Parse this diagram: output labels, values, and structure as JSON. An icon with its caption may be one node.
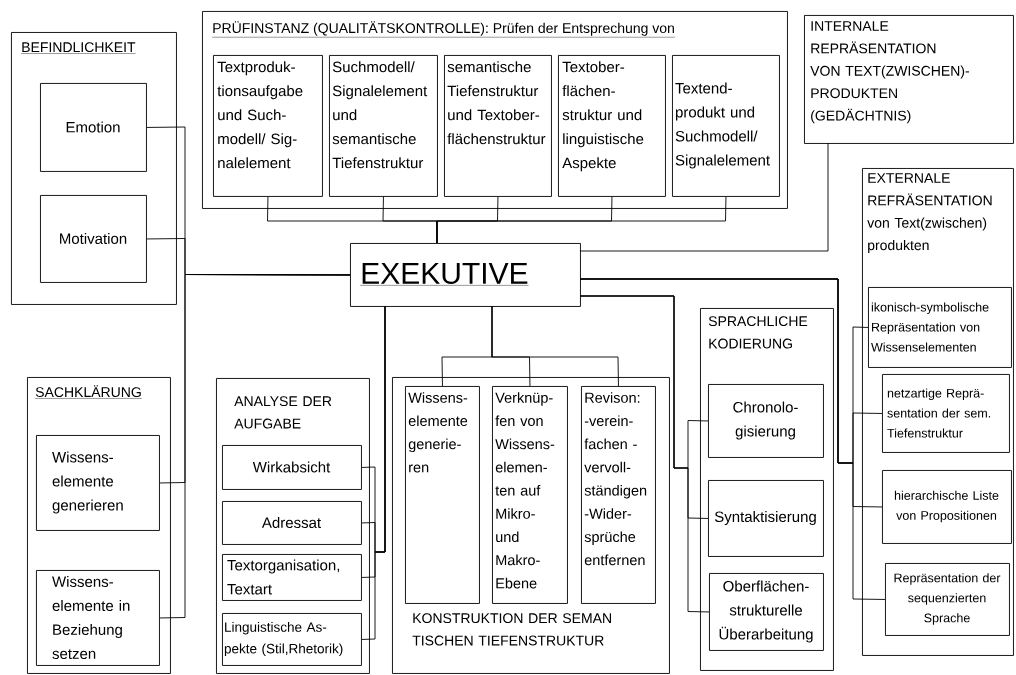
{
  "diagram": {
    "nodes": [
      {
        "text": [
          "BEFINDLICHKEIT"
        ]
      },
      {
        "text": [
          "Emotion"
        ],
        "in": 0
      },
      {
        "text": [
          "Motivation"
        ],
        "in": 0
      },
      {
        "text": [
          "PRÜFINSTANZ (QUALITÄTSKONTROLLE): Prüfen der Entsprechung von"
        ]
      },
      {
        "text": [
          "Textproduk- tionsaufgabe und Such- modell/ Sig- nalelement"
        ],
        "in": 3
      },
      {
        "text": [
          "Suchmodell/ Signalelement und semantische Tiefenstruktur"
        ],
        "in": 3
      },
      {
        "text": [
          "semantische Tiefenstruktur und Textober- flächenstruktur"
        ],
        "in": 3
      },
      {
        "text": [
          "Textober- flächen- struktur und linguistische Aspekte"
        ],
        "in": 3
      },
      {
        "text": [
          "Textend- produkt und Suchmodell/ Signalelement"
        ],
        "in": 3
      },
      {
        "text": [
          "INTERNALE REPRÄSENTATION VON TEXT(ZWISCHEN)- PRODUKTEN (GEDÄCHTNIS)"
        ]
      },
      {
        "text": [
          "EXEKUTIVE"
        ]
      },
      {
        "text": [
          "EXTERNALE REFRÄSENTATION von Text(zwischen) produkten"
        ]
      },
      {
        "text": [
          "ikonisch-symbolische Repräsentation von Wissenselementen"
        ],
        "in": 11
      },
      {
        "text": [
          "netzartige Reprä- sentation der sem. Tiefenstruktur"
        ],
        "in": 11
      },
      {
        "text": [
          "hierarchische Liste von Propositionen"
        ],
        "in": 11
      },
      {
        "text": [
          "Repräsentation der sequenzierten Sprache"
        ],
        "in": 11
      },
      {
        "text": [
          "SACHKLÄRUNG"
        ]
      },
      {
        "text": [
          "Wissens- elemente generieren"
        ],
        "in": 16
      },
      {
        "text": [
          "Wissens- elemente in Beziehung setzen"
        ],
        "in": 16
      },
      {
        "text": [
          "ANALYSE DER AUFGABE"
        ]
      },
      {
        "text": [
          "Wirkabsicht"
        ],
        "in": 19
      },
      {
        "text": [
          "Adressat"
        ],
        "in": 19
      },
      {
        "text": [
          "Textorganisation, Textart"
        ],
        "in": 19
      },
      {
        "text": [
          "Linguistische As- pekte (Stil,Rhetorik)"
        ],
        "in": 19
      },
      {
        "text": [
          "KONSTRUKTION DER SEMAN TISCHEN TIEFENSTRUKTUR"
        ]
      },
      {
        "text": [
          "Wissens- elemente generie- ren"
        ],
        "in": 24
      },
      {
        "text": [
          "Verknüp- fen von Wissens- elemen- ten auf Mikro- und Makro- Ebene"
        ],
        "in": 24
      },
      {
        "text": [
          "Revison: -verein- fachen -vervoll- ständigen -Wider- sprüche entfernen"
        ],
        "in": 24
      },
      {
        "text": [
          "SPRACHLICHE KODIERUNG"
        ]
      },
      {
        "text": [
          "Chronolo- gisierung"
        ],
        "in": 28
      },
      {
        "text": [
          "Syntaktisierung"
        ],
        "in": 28
      },
      {
        "text": [
          "Oberflächen- strukturelle Überarbeitung"
        ],
        "in": 28
      }
    ],
    "edges": [
      {
        "from": 1,
        "to": 10,
        "arrow": "none"
      },
      {
        "from": 2,
        "to": 10,
        "arrow": "none"
      },
      {
        "from": 4,
        "to": 10,
        "arrow": "none"
      },
      {
        "from": 5,
        "to": 10,
        "arrow": "none"
      },
      {
        "from": 6,
        "to": 10,
        "arrow": "none"
      },
      {
        "from": 7,
        "to": 10,
        "arrow": "none"
      },
      {
        "from": 8,
        "to": 10,
        "arrow": "none"
      },
      {
        "from": 9,
        "to": 10,
        "arrow": "none"
      },
      {
        "from": 12,
        "to": 10,
        "arrow": "none"
      },
      {
        "from": 13,
        "to": 10,
        "arrow": "none"
      },
      {
        "from": 14,
        "to": 10,
        "arrow": "none"
      },
      {
        "from": 15,
        "to": 10,
        "arrow": "none"
      },
      {
        "from": 17,
        "to": 10,
        "arrow": "none"
      },
      {
        "from": 18,
        "to": 10,
        "arrow": "none"
      },
      {
        "from": 20,
        "to": 10,
        "arrow": "none"
      },
      {
        "from": 21,
        "to": 10,
        "arrow": "none"
      },
      {
        "from": 22,
        "to": 10,
        "arrow": "none"
      },
      {
        "from": 23,
        "to": 10,
        "arrow": "none"
      },
      {
        "from": 25,
        "to": 10,
        "arrow": "none"
      },
      {
        "from": 26,
        "to": 10,
        "arrow": "none"
      },
      {
        "from": 27,
        "to": 10,
        "arrow": "none"
      },
      {
        "from": 29,
        "to": 10,
        "arrow": "none"
      },
      {
        "from": 30,
        "to": 10,
        "arrow": "none"
      },
      {
        "from": 31,
        "to": 10,
        "arrow": "none"
      }
    ]
  }
}
